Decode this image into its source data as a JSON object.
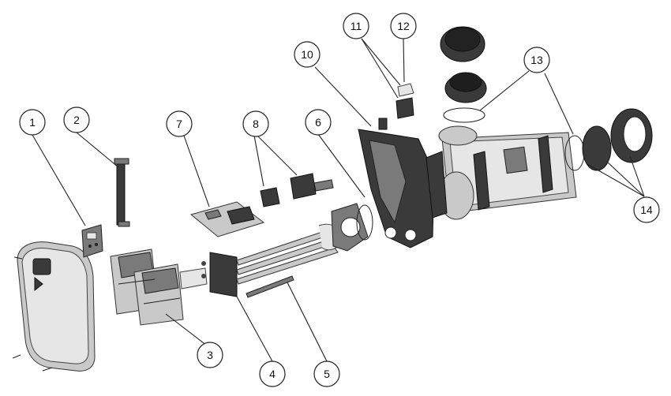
{
  "callouts": [
    {
      "id": "c1",
      "label": "1"
    },
    {
      "id": "c2",
      "label": "2"
    },
    {
      "id": "c3",
      "label": "3"
    },
    {
      "id": "c4",
      "label": "4"
    },
    {
      "id": "c5",
      "label": "5"
    },
    {
      "id": "c6",
      "label": "6"
    },
    {
      "id": "c7",
      "label": "7"
    },
    {
      "id": "c8",
      "label": "8"
    },
    {
      "id": "c9",
      "label": "10"
    },
    {
      "id": "c10",
      "label": "11"
    },
    {
      "id": "c11",
      "label": "12"
    },
    {
      "id": "c12",
      "label": "13"
    },
    {
      "id": "c13",
      "label": "14"
    }
  ]
}
